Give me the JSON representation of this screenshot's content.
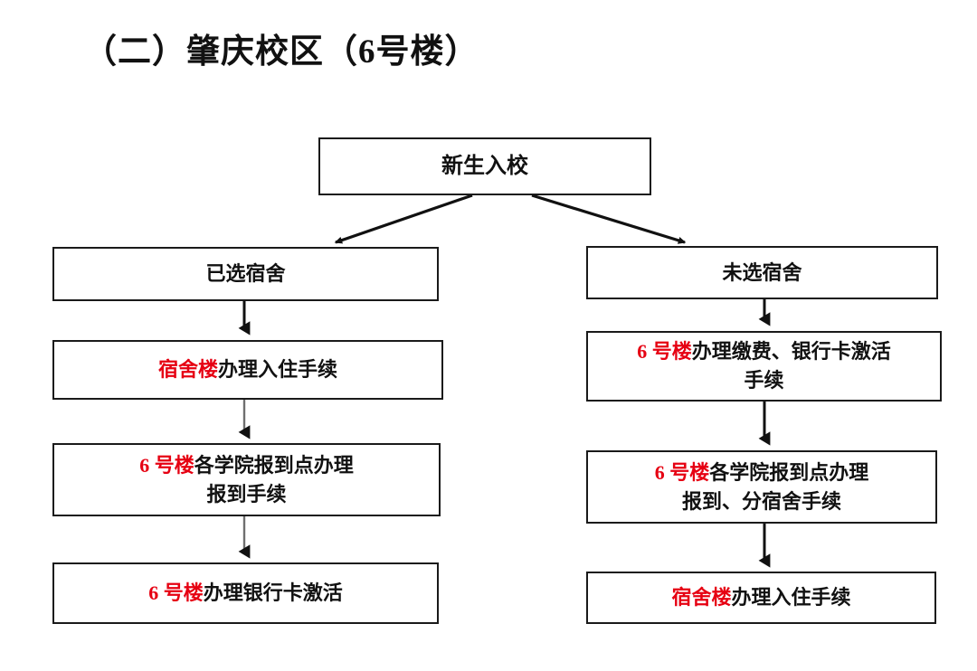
{
  "page": {
    "title": "（二）肇庆校区（6号楼）",
    "background_color": "#ffffff",
    "text_color": "#111111",
    "highlight_color": "#e60012",
    "border_color": "#1a1a1a"
  },
  "flowchart": {
    "type": "flowchart",
    "orientation": "top-down, two branches",
    "start": {
      "id": "start",
      "label": "新生入校"
    },
    "branches": [
      {
        "id": "branch-left",
        "head": {
          "label": "已选宿舍"
        },
        "steps": [
          {
            "id": "left-step-1",
            "lines": [
              {
                "parts": [
                  {
                    "text": "宿舍楼",
                    "highlight": true
                  },
                  {
                    "text": "办理入住手续",
                    "highlight": false
                  }
                ]
              }
            ]
          },
          {
            "id": "left-step-2",
            "lines": [
              {
                "parts": [
                  {
                    "text": "6 号楼",
                    "highlight": true
                  },
                  {
                    "text": "各学院报到点办理",
                    "highlight": false
                  }
                ]
              },
              {
                "parts": [
                  {
                    "text": "报到手续",
                    "highlight": false
                  }
                ]
              }
            ]
          },
          {
            "id": "left-step-3",
            "lines": [
              {
                "parts": [
                  {
                    "text": "6 号楼",
                    "highlight": true
                  },
                  {
                    "text": "办理银行卡激活",
                    "highlight": false
                  }
                ]
              }
            ]
          }
        ]
      },
      {
        "id": "branch-right",
        "head": {
          "label": "未选宿舍"
        },
        "steps": [
          {
            "id": "right-step-1",
            "lines": [
              {
                "parts": [
                  {
                    "text": "6 号楼",
                    "highlight": true
                  },
                  {
                    "text": "办理缴费、银行卡激活",
                    "highlight": false
                  }
                ]
              },
              {
                "parts": [
                  {
                    "text": "手续",
                    "highlight": false
                  }
                ]
              }
            ]
          },
          {
            "id": "right-step-2",
            "lines": [
              {
                "parts": [
                  {
                    "text": "6 号楼",
                    "highlight": true
                  },
                  {
                    "text": "各学院报到点办理",
                    "highlight": false
                  }
                ]
              },
              {
                "parts": [
                  {
                    "text": "报到、分宿舍手续",
                    "highlight": false
                  }
                ]
              }
            ]
          },
          {
            "id": "right-step-3",
            "lines": [
              {
                "parts": [
                  {
                    "text": "宿舍楼",
                    "highlight": true
                  },
                  {
                    "text": "办理入住手续",
                    "highlight": false
                  }
                ]
              }
            ]
          }
        ]
      }
    ],
    "connectors": [
      {
        "id": "start-to-left-head",
        "from": "start",
        "to": "branch-left.head",
        "style": "diagonal-arrow"
      },
      {
        "id": "start-to-right-head",
        "from": "start",
        "to": "branch-right.head",
        "style": "diagonal-arrow"
      },
      {
        "id": "left-head-to-1",
        "from": "branch-left.head",
        "to": "left-step-1",
        "style": "vertical-arrow"
      },
      {
        "id": "left-1-to-2",
        "from": "left-step-1",
        "to": "left-step-2",
        "style": "vertical-arrow-gray-stem"
      },
      {
        "id": "left-2-to-3",
        "from": "left-step-2",
        "to": "left-step-3",
        "style": "vertical-arrow-gray-stem"
      },
      {
        "id": "right-head-to-1",
        "from": "branch-right.head",
        "to": "right-step-1",
        "style": "vertical-arrow"
      },
      {
        "id": "right-1-to-2",
        "from": "right-step-1",
        "to": "right-step-2",
        "style": "vertical-arrow"
      },
      {
        "id": "right-2-to-3",
        "from": "right-step-2",
        "to": "right-step-3",
        "style": "vertical-arrow"
      }
    ]
  }
}
